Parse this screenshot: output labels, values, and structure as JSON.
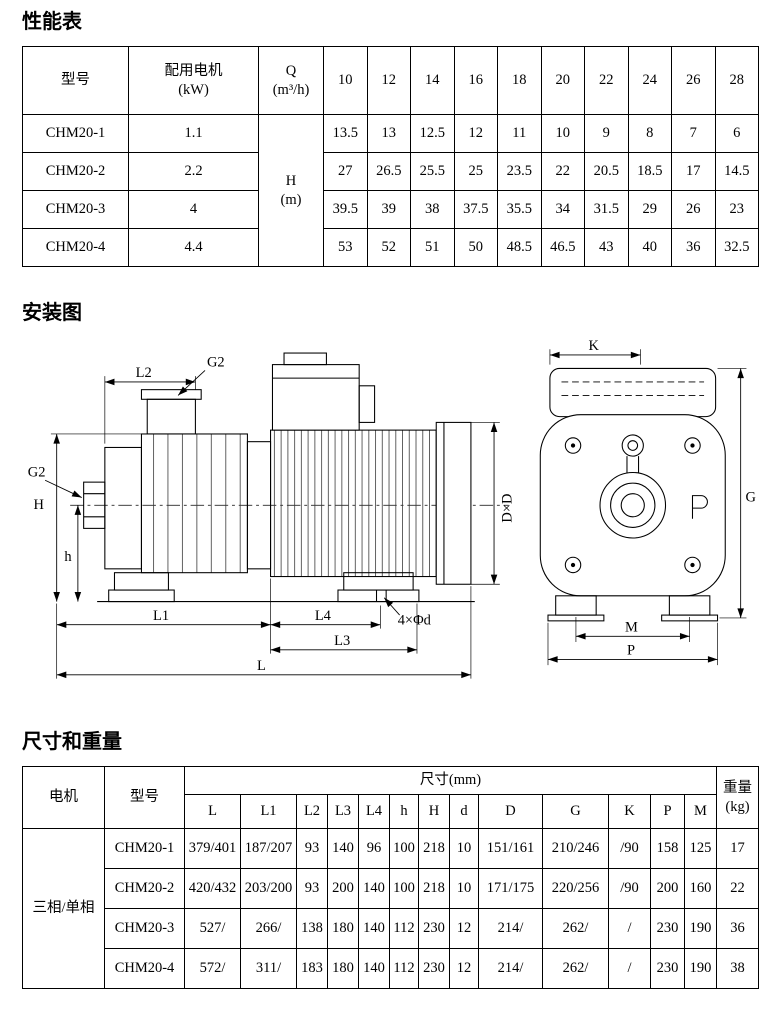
{
  "sections": {
    "performance_title": "性能表",
    "installation_title": "安装图",
    "dimensions_title": "尺寸和重量"
  },
  "performance_table": {
    "col_model": "型号",
    "col_motor": "配用电机\n(kW)",
    "col_q": "Q\n(m³/h)",
    "head_h": "H\n(m)",
    "flow": [
      "10",
      "12",
      "14",
      "16",
      "18",
      "20",
      "22",
      "24",
      "26",
      "28"
    ],
    "rows": [
      {
        "model": "CHM20-1",
        "power": "1.1",
        "v": [
          "13.5",
          "13",
          "12.5",
          "12",
          "11",
          "10",
          "9",
          "8",
          "7",
          "6"
        ]
      },
      {
        "model": "CHM20-2",
        "power": "2.2",
        "v": [
          "27",
          "26.5",
          "25.5",
          "25",
          "23.5",
          "22",
          "20.5",
          "18.5",
          "17",
          "14.5"
        ]
      },
      {
        "model": "CHM20-3",
        "power": "4",
        "v": [
          "39.5",
          "39",
          "38",
          "37.5",
          "35.5",
          "34",
          "31.5",
          "29",
          "26",
          "23"
        ]
      },
      {
        "model": "CHM20-4",
        "power": "4.4",
        "v": [
          "53",
          "52",
          "51",
          "50",
          "48.5",
          "46.5",
          "43",
          "40",
          "36",
          "32.5"
        ]
      }
    ]
  },
  "diagram": {
    "side": {
      "L2": "L2",
      "G2_top": "G2",
      "G2_left": "G2",
      "H": "H",
      "h": "h",
      "DxD": "D×D",
      "L1": "L1",
      "L4": "L4",
      "L3": "L3",
      "L": "L",
      "holes": "4×Φd"
    },
    "front": {
      "K": "K",
      "G": "G",
      "M": "M",
      "P": "P"
    }
  },
  "dimension_table": {
    "col_motor": "电机",
    "col_model": "型号",
    "col_dims": "尺寸(mm)",
    "col_weight": "重量\n(kg)",
    "dim_headers": [
      "L",
      "L1",
      "L2",
      "L3",
      "L4",
      "h",
      "H",
      "d",
      "D",
      "G",
      "K",
      "P",
      "M"
    ],
    "motor_type": "三相/单相",
    "rows": [
      {
        "model": "CHM20-1",
        "d": [
          "379/401",
          "187/207",
          "93",
          "140",
          "96",
          "100",
          "218",
          "10",
          "151/161",
          "210/246",
          "/90",
          "158",
          "125"
        ],
        "w": "17"
      },
      {
        "model": "CHM20-2",
        "d": [
          "420/432",
          "203/200",
          "93",
          "200",
          "140",
          "100",
          "218",
          "10",
          "171/175",
          "220/256",
          "/90",
          "200",
          "160"
        ],
        "w": "22"
      },
      {
        "model": "CHM20-3",
        "d": [
          "527/",
          "266/",
          "138",
          "180",
          "140",
          "112",
          "230",
          "12",
          "214/",
          "262/",
          "/",
          "230",
          "190"
        ],
        "w": "36"
      },
      {
        "model": "CHM20-4",
        "d": [
          "572/",
          "311/",
          "183",
          "180",
          "140",
          "112",
          "230",
          "12",
          "214/",
          "262/",
          "/",
          "230",
          "190"
        ],
        "w": "38"
      }
    ]
  }
}
